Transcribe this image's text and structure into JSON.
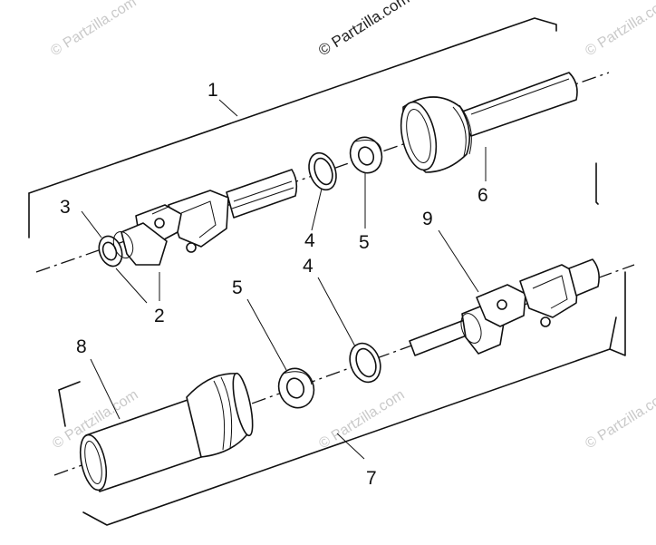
{
  "watermarks": {
    "main": "© Partzilla.com",
    "top_left": "© Partzilla.com",
    "top_right": "© Partzilla.com",
    "bottom_left": "© Partzilla.com",
    "bottom_center": "© Partzilla.com",
    "bottom_right": "© Partzilla.com"
  },
  "callouts": {
    "c1": "1",
    "c2": "2",
    "c3": "3",
    "c4_top": "4",
    "c5_top": "5",
    "c6": "6",
    "c9": "9",
    "c5_bottom": "5",
    "c4_bottom": "4",
    "c8": "8",
    "c7": "7"
  },
  "colors": {
    "ink": "#111111",
    "watermark": "#c9c9c9",
    "background": "#ffffff"
  }
}
